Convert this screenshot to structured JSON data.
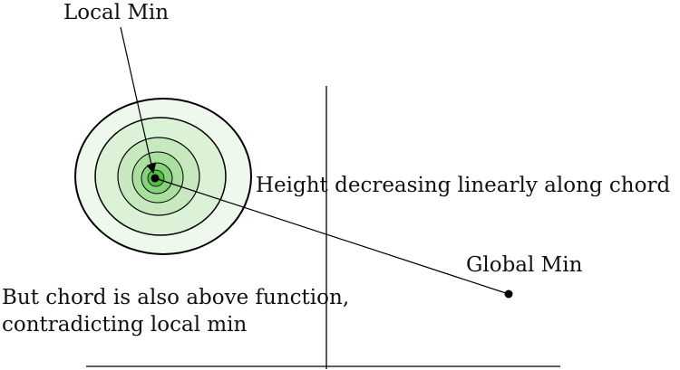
{
  "labels": {
    "local_min": "Local Min",
    "global_min": "Global Min",
    "chord_note": "Height decreasing linearly along chord",
    "contradiction_line1": "But chord is also above function,",
    "contradiction_line2": "contradicting local min"
  },
  "colors": {
    "stroke": "#000000",
    "contour_fills": [
      "#eef8ec",
      "#dcf2d6",
      "#c8e9c0",
      "#aadf9f",
      "#86d27a",
      "#55bb47"
    ]
  }
}
